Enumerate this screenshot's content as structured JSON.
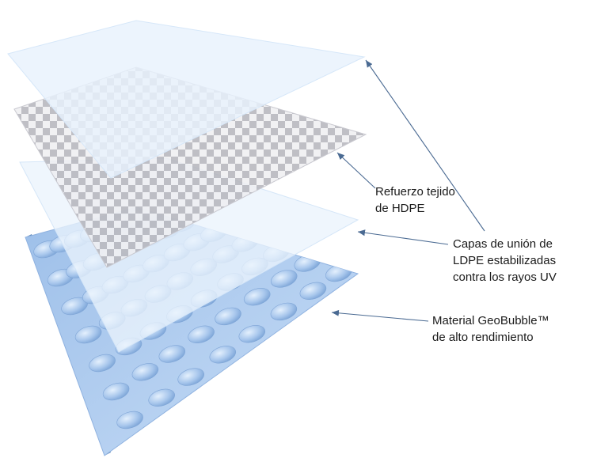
{
  "labels": {
    "hdpe": {
      "line1": "Refuerzo tejido",
      "line2": "de HDPE"
    },
    "ldpe": {
      "line1": "Capas de unión de",
      "line2": "LDPE estabilizadas",
      "line3": "contra los rayos UV"
    },
    "geobubble": {
      "line1": "Material GeoBubble™",
      "line2": "de alto rendimiento"
    }
  },
  "colors": {
    "ldpe_layer": "#e6f1fd",
    "hdpe_check_dark": "#b9b9bf",
    "hdpe_check_light": "#e8e8ec",
    "geobubble_base": "#a9c9ee",
    "geobubble_edge": "#5e86b8",
    "arrow": "#4a6a92"
  }
}
